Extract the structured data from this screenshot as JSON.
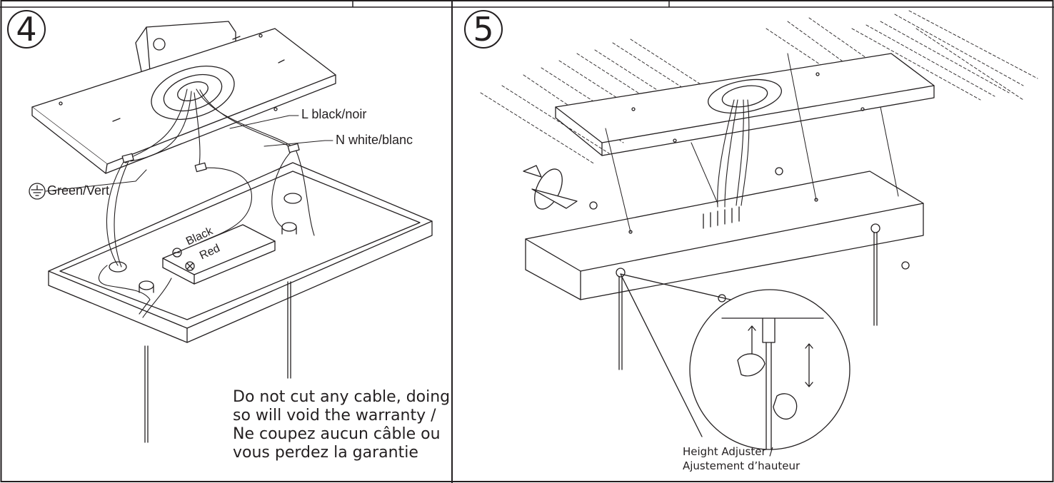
{
  "step4": {
    "number": "4",
    "wire_L": "L  black/noir",
    "wire_N": "N  white/blanc",
    "ground": "Green/Vert",
    "driver_minus": "Black",
    "driver_plus": "Red",
    "note_lines": [
      "Do not cut any cable, doing",
      "so will void the warranty /",
      "Ne coupez aucun câble ou",
      "vous perdez la garantie"
    ]
  },
  "step5": {
    "number": "5",
    "caption_lines": [
      "Height Adjuster /",
      "Ajustement d’hauteur"
    ]
  },
  "colors": {
    "line": "#231f20",
    "background": "#ffffff"
  },
  "icons": [
    "ground-symbol-icon",
    "minus-circle-icon",
    "plus-circle-icon",
    "rotation-arrow-icon",
    "vertical-double-arrow-icon"
  ]
}
